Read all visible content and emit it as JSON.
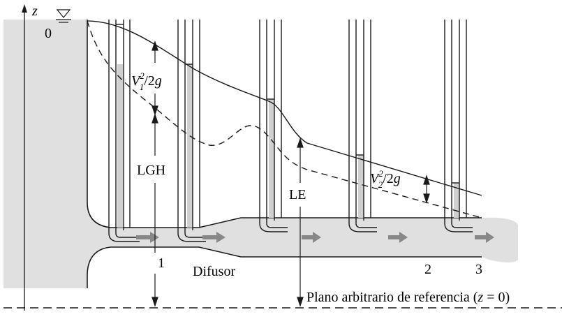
{
  "labels": {
    "z_axis": "z",
    "section_0": "0",
    "section_1": "1",
    "section_2": "2",
    "section_3": "3",
    "diffuser": "Difusor",
    "hgl": "LGH",
    "egl": "LE",
    "datum": "Plano arbitrario de referencia (",
    "datum_z": "z",
    "datum_tail": " = 0)",
    "v1_head": "V",
    "v1_sub": "1",
    "v1_sup": "2",
    "v1_tail": "/2",
    "v1_g": "g",
    "v2_head": "V",
    "v2_sub": "2",
    "v2_sup": "2",
    "v2_tail": "/2",
    "v2_g": "g"
  },
  "colors": {
    "fluid": "#e0e0e0",
    "ink": "#1a1a1a",
    "flow_arrow": "#888888"
  },
  "icons": {
    "free_surface": "free-surface-triangle-icon",
    "flow": "flow-direction-arrow-icon"
  }
}
